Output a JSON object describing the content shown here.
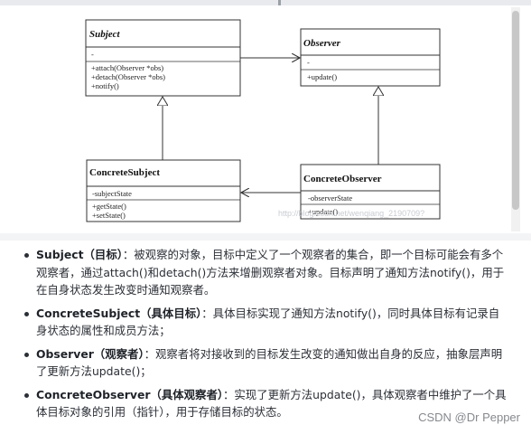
{
  "diagram": {
    "subject": {
      "name": "Subject",
      "attrs": [
        "-"
      ],
      "methods": [
        "+attach(Observer *obs)",
        "+detach(Observer *obs)",
        "+notify()"
      ]
    },
    "observer": {
      "name": "Observer",
      "attrs": [
        "-"
      ],
      "methods": [
        "+update()"
      ]
    },
    "concrete_subject": {
      "name": "ConcreteSubject",
      "attrs": [
        "-subjectState"
      ],
      "methods": [
        "+getState()",
        "+setState()"
      ]
    },
    "concrete_observer": {
      "name": "ConcreteObserver",
      "attrs": [
        "-observerState"
      ],
      "methods": [
        "+update()"
      ]
    },
    "watermark": "http://blog.csdn.net/wenqiang_2190709?"
  },
  "notes": [
    {
      "term": "Subject（目标）",
      "text": "：被观察的对象，目标中定义了一个观察者的集合，即一个目标可能会有多个观察者，通过attach()和detach()方法来增删观察者对象。目标声明了通知方法notify()，用于在自身状态发生改变时通知观察者。"
    },
    {
      "term": "ConcreteSubject（具体目标）",
      "text": "：具体目标实现了通知方法notify()，同时具体目标有记录自身状态的属性和成员方法；"
    },
    {
      "term": "Observer（观察者）",
      "text": "：观察者将对接收到的目标发生改变的通知做出自身的反应，抽象层声明了更新方法update()；"
    },
    {
      "term": "ConcreteObserver（具体观察者）",
      "text": "：实现了更新方法update()，具体观察者中维护了一个具体目标对象的引用（指针），用于存储目标的状态。"
    }
  ],
  "footer": {
    "credit": "CSDN @Dr Pepper"
  }
}
